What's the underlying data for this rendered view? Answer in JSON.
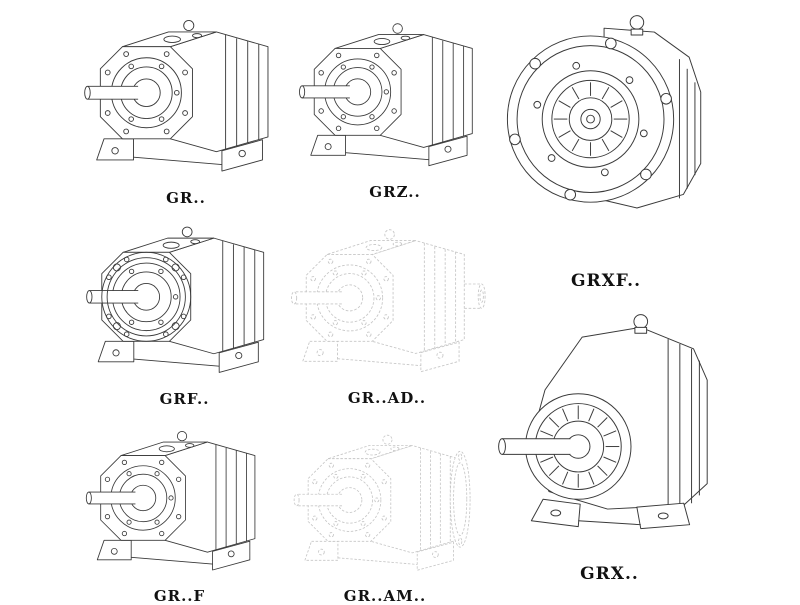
{
  "page": {
    "background": "#ffffff",
    "line_color": "#3a3a3a",
    "phantom_color": "#c6c6c6",
    "label_color": "#111111"
  },
  "figures": [
    {
      "id": "gr",
      "label": "GR..",
      "style": "solid-line-drawing",
      "type": "foot-mounted-helical-gearbox"
    },
    {
      "id": "grz",
      "label": "GRZ..",
      "style": "solid-line-drawing",
      "type": "foot-mounted-helical-gearbox"
    },
    {
      "id": "grxf",
      "label": "GRXF..",
      "style": "solid-line-drawing",
      "type": "flange-mounted-gearbox-front-view"
    },
    {
      "id": "grf",
      "label": "GRF..",
      "style": "solid-line-drawing",
      "type": "flange-mounted-helical-gearbox"
    },
    {
      "id": "gr-ad",
      "label": "GR..AD..",
      "style": "phantom-line-drawing",
      "type": "gearbox-with-input-adapter"
    },
    {
      "id": "gr-f",
      "label": "GR..F",
      "style": "solid-line-drawing",
      "type": "foot-mounted-helical-gearbox"
    },
    {
      "id": "gr-am",
      "label": "GR..AM..",
      "style": "phantom-line-drawing",
      "type": "gearbox-with-motor-flange-adapter"
    },
    {
      "id": "grx",
      "label": "GRX..",
      "style": "solid-line-drawing",
      "type": "foot-mounted-helical-gearbox-large"
    }
  ]
}
